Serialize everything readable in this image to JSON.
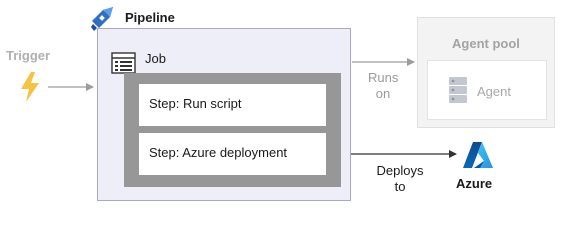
{
  "trigger": {
    "label": "Trigger",
    "icon": "lightning-bolt-icon"
  },
  "pipeline": {
    "title": "Pipeline",
    "icon": "azure-pipelines-icon"
  },
  "job": {
    "label": "Job",
    "icon": "job-window-icon",
    "steps": [
      {
        "label": "Step: Run script"
      },
      {
        "label": "Step: Azure deployment"
      }
    ]
  },
  "agent_pool": {
    "title": "Agent pool",
    "agent": {
      "label": "Agent",
      "icon": "server-icon"
    }
  },
  "connectors": {
    "runs_on": [
      "Runs",
      "on"
    ],
    "deploys_to": [
      "Deploys",
      "to"
    ]
  },
  "azure": {
    "label": "Azure",
    "icon": "azure-logo-icon"
  },
  "colors": {
    "pipeline_bg": "#eeeef8",
    "job_bg": "#979797",
    "bolt": "#f5c242",
    "azure_blue": "#0078d4"
  }
}
